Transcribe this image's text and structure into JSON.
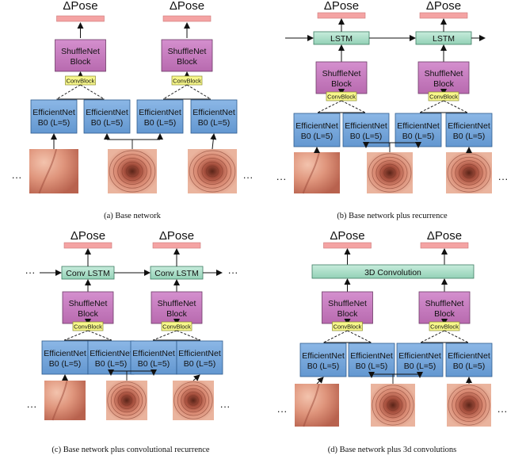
{
  "labels": {
    "pose": "ΔPose",
    "shufflenet_line1": "ShuffleNet",
    "shufflenet_line2": "Block",
    "convblock": "ConvBlock",
    "efficientnet_line1": "EfficientNet",
    "efficientnet_line2": "B0 (L=5)",
    "lstm": "LSTM",
    "conv_lstm": "Conv LSTM",
    "conv3d": "3D Convolution",
    "ellipsis": "···"
  },
  "captions": {
    "a": "(a) Base network",
    "b": "(b) Base network plus recurrence",
    "c": "(c) Base network plus convolutional recurrence",
    "d": "(d) Base network plus 3d convolutions"
  },
  "colors": {
    "pose_bar": "#f4a3a3",
    "shufflenet": "#c77bc0",
    "convblock": "#f7f78a",
    "efficientnet": "#74a5da",
    "recurrent": "#a9dcc6",
    "frame_tissue": "#d98a73"
  }
}
